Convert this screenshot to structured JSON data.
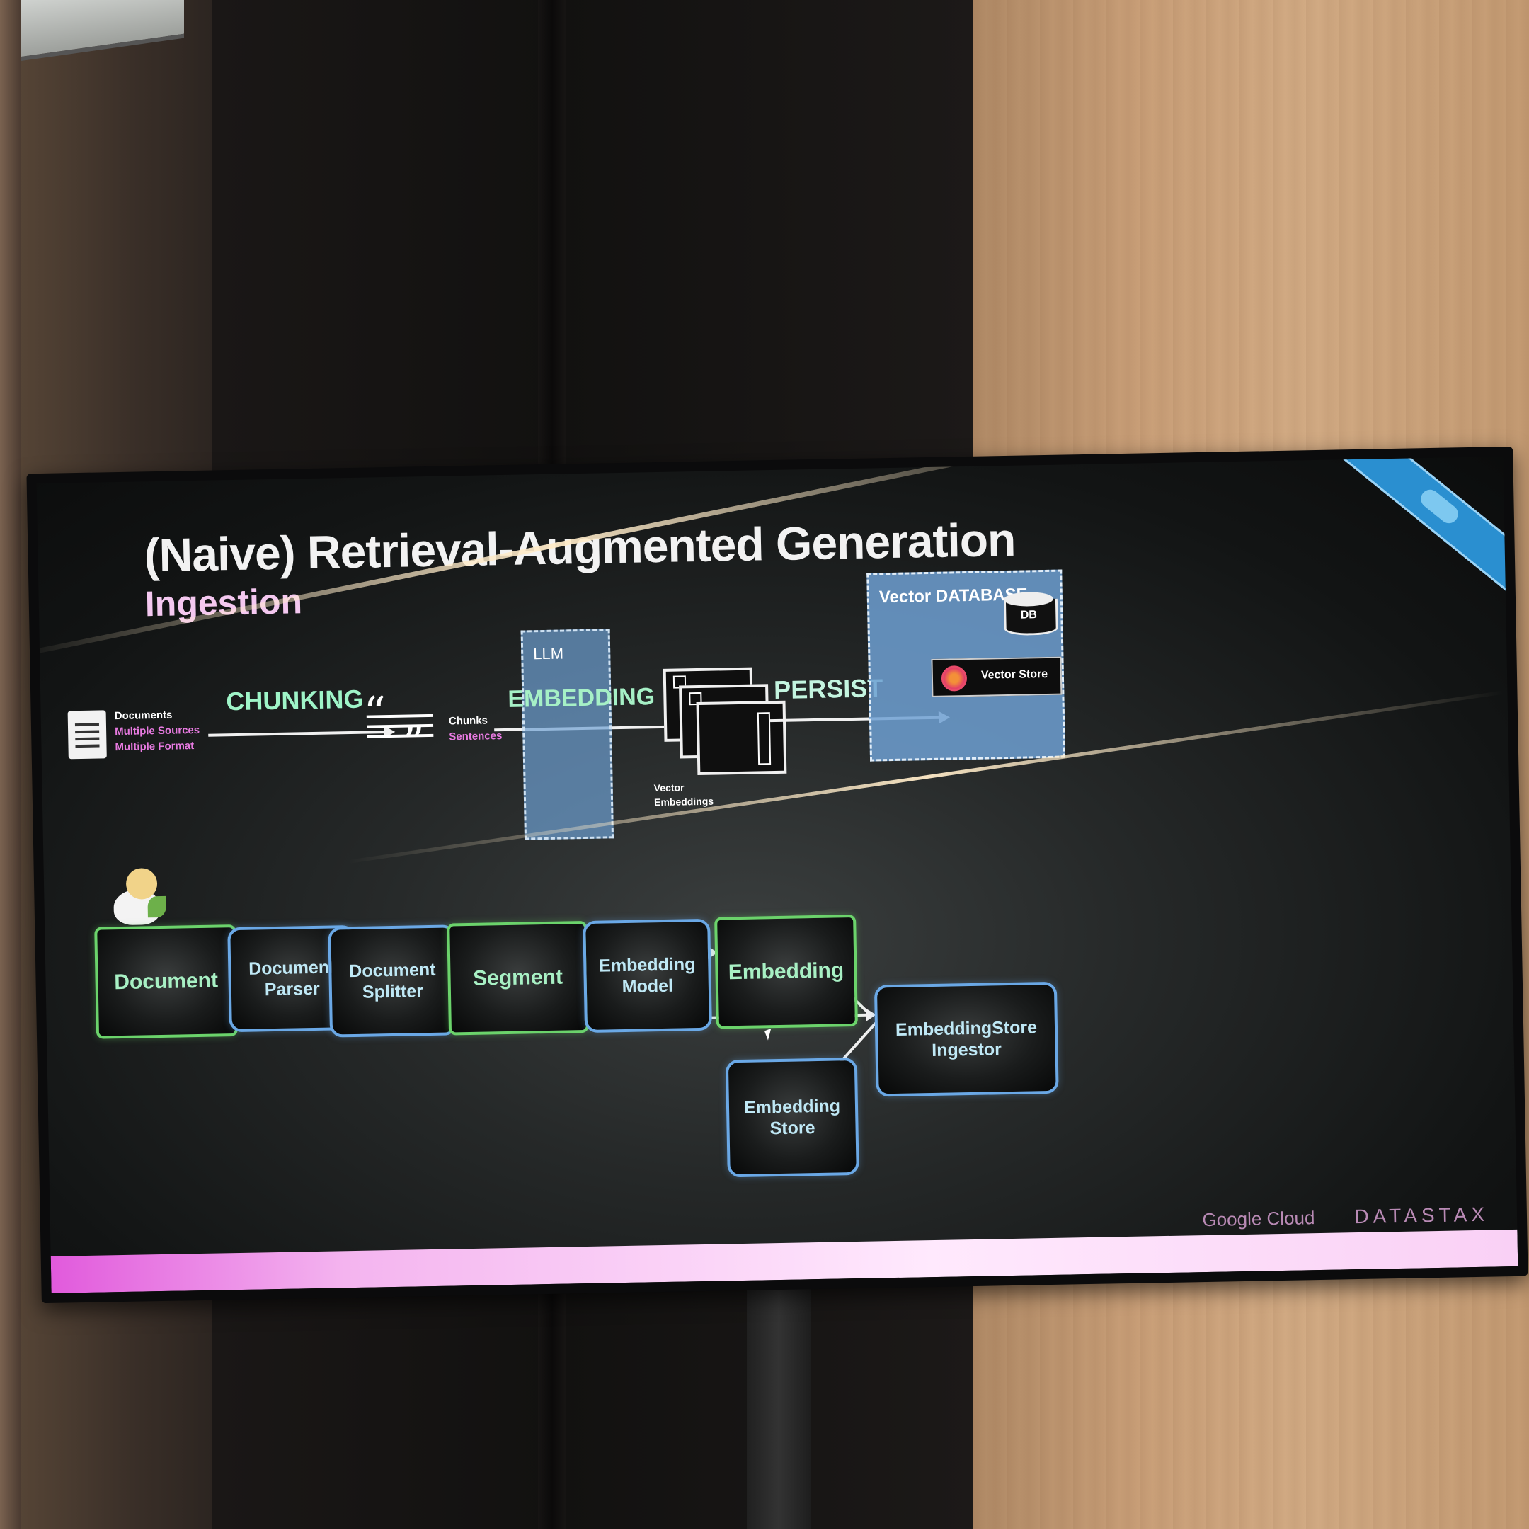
{
  "slide": {
    "title": "(Naive) Retrieval-Augmented Generation",
    "subtitle": "Ingestion"
  },
  "top_flow": {
    "documents": {
      "line1": "Documents",
      "line2": "Multiple Sources",
      "line3": "Multiple Format"
    },
    "chunking_label": "CHUNKING",
    "chunks": {
      "line1": "Chunks",
      "line2": "Sentences"
    },
    "llm_label": "LLM",
    "embedding_label": "EMBEDDING",
    "vectors_label": "Vector Embeddings",
    "persist_label": "PERSIST",
    "vector_db": {
      "label": "Vector DATABASE",
      "db_label": "DB",
      "store_label": "Vector Store"
    }
  },
  "bottom_flow": {
    "document": "Document",
    "document_parser": "Document Parser",
    "document_splitter": "Document Splitter",
    "segment": "Segment",
    "embedding_model": "Embedding Model",
    "embedding": "Embedding",
    "embedding_store_ingestor": "EmbeddingStore Ingestor",
    "embedding_store": "Embedding Store"
  },
  "footer": {
    "google_cloud": "Google Cloud",
    "datastax": "DATASTAX"
  },
  "colors": {
    "green_border": "#6bd36b",
    "blue_border": "#6aa8e6",
    "accent_pink": "#e15adc",
    "keyword_green": "#9ff5c8"
  }
}
